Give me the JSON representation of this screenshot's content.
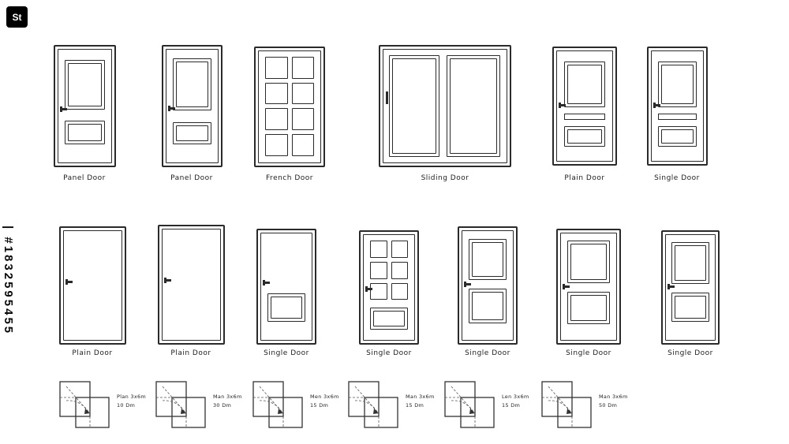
{
  "colors": {
    "ink": "#2a2a2a",
    "background": "#ffffff",
    "watermark": "#000000"
  },
  "watermark": {
    "logo": "St",
    "side_text": "| #1832595455"
  },
  "doors_row1": [
    {
      "label": "Panel Door"
    },
    {
      "label": "Panel Door"
    },
    {
      "label": "French Door"
    },
    {
      "label": "Sliding Door"
    },
    {
      "label": "Plain Door"
    },
    {
      "label": "Single Door"
    }
  ],
  "doors_row2": [
    {
      "label": "Plain Door"
    },
    {
      "label": "Plain Door"
    },
    {
      "label": "Single Door"
    },
    {
      "label": "Single Door"
    },
    {
      "label": "Single Door"
    },
    {
      "label": "Single Door"
    },
    {
      "label": "Single Door"
    }
  ],
  "plans": [
    {
      "line1": "Plan 3x6m",
      "line2": "10 Dm"
    },
    {
      "line1": "Man 3x6m",
      "line2": "30 Dm"
    },
    {
      "line1": "Men 3x6m",
      "line2": "15 Dm"
    },
    {
      "line1": "Man 3x6m",
      "line2": "15 Dm"
    },
    {
      "line1": "Len 3x6m",
      "line2": "15 Dm"
    },
    {
      "line1": "Man 3x6m",
      "line2": "50 Dm"
    }
  ]
}
